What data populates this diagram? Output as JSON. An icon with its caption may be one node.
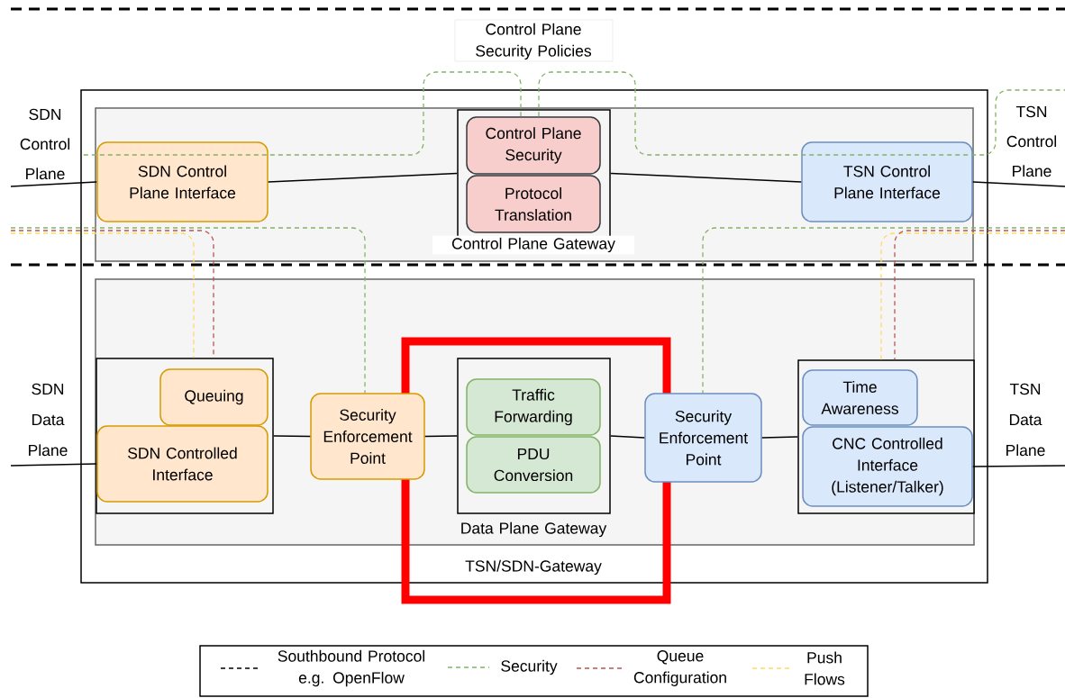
{
  "diagram": {
    "nodes": [
      {
        "text": [
          "TSN/SDN-Gateway"
        ]
      },
      {
        "text": [],
        "shape": "box",
        "in": 0
      },
      {
        "text": [
          "Control Plane Gateway"
        ],
        "in": 1
      },
      {
        "text": [
          "Control Plane Security"
        ],
        "in": 2
      },
      {
        "text": [
          "Protocol Translation"
        ],
        "in": 2
      },
      {
        "text": [
          "SDN Control Plane Interface"
        ],
        "in": 1
      },
      {
        "text": [
          "TSN Control Plane Interface"
        ],
        "in": 1
      },
      {
        "text": [],
        "shape": "box",
        "in": 0
      },
      {
        "text": [],
        "shape": "box",
        "in": 7
      },
      {
        "text": [
          "Queuing"
        ],
        "in": 8
      },
      {
        "text": [
          "SDN Controlled Interface"
        ],
        "in": 8
      },
      {
        "text": [
          "Security Enforcement Point"
        ],
        "in": 7
      },
      {
        "text": [
          "Data Plane Gateway"
        ],
        "in": 7
      },
      {
        "text": [
          "Traffic Forwarding"
        ],
        "in": 12
      },
      {
        "text": [
          "PDU Conversion"
        ],
        "in": 12
      },
      {
        "text": [
          "Security Enforcement Point"
        ],
        "in": 7
      },
      {
        "text": [],
        "shape": "box",
        "in": 7
      },
      {
        "text": [
          "Time Awareness"
        ],
        "in": 16
      },
      {
        "text": [
          "CNC Controlled Interface (Listener/Talker)"
        ],
        "in": 16
      }
    ],
    "edges": [
      {
        "from": null,
        "to": 5,
        "arrow": "none"
      },
      {
        "from": 5,
        "to": 2,
        "arrow": "none"
      },
      {
        "from": 2,
        "to": 6,
        "arrow": "none"
      },
      {
        "from": 6,
        "to": null,
        "arrow": "none"
      },
      {
        "from": null,
        "to": 10,
        "arrow": "none"
      },
      {
        "from": 8,
        "to": 11,
        "arrow": "none"
      },
      {
        "from": 11,
        "to": 12,
        "arrow": "none"
      },
      {
        "from": 12,
        "to": 15,
        "arrow": "none"
      },
      {
        "from": 15,
        "to": 16,
        "arrow": "none"
      },
      {
        "from": 18,
        "to": null,
        "arrow": "none"
      },
      {
        "from": 3,
        "to": null,
        "arrow": "none",
        "style": "dashed",
        "color": "#82b366"
      },
      {
        "from": 3,
        "to": null,
        "arrow": "none",
        "style": "dashed",
        "color": "#82b366"
      },
      {
        "from": null,
        "to": 11,
        "arrow": "none",
        "style": "dashed",
        "color": "#82b366"
      },
      {
        "from": null,
        "to": 15,
        "arrow": "none",
        "style": "dashed",
        "color": "#82b366"
      },
      {
        "from": null,
        "to": 8,
        "arrow": "none",
        "style": "dashed",
        "color": "#ffd966"
      },
      {
        "from": null,
        "to": 8,
        "arrow": "none",
        "style": "dashed",
        "color": "#b85450"
      },
      {
        "from": null,
        "to": 16,
        "arrow": "none",
        "style": "dashed",
        "color": "#ffd966"
      },
      {
        "from": null,
        "to": 16,
        "arrow": "none",
        "style": "dashed",
        "color": "#b85450"
      }
    ],
    "labels": [
      "Control Plane Security Policies",
      "SDN Control Plane",
      "TSN Control Plane",
      "SDN Data Plane",
      "TSN Data Plane"
    ],
    "legend": [
      {
        "text": "Southbound Protocol e.g. OpenFlow"
      },
      {
        "text": "Security"
      },
      {
        "text": "Queue Configuration"
      },
      {
        "text": "Push Flows"
      }
    ]
  }
}
